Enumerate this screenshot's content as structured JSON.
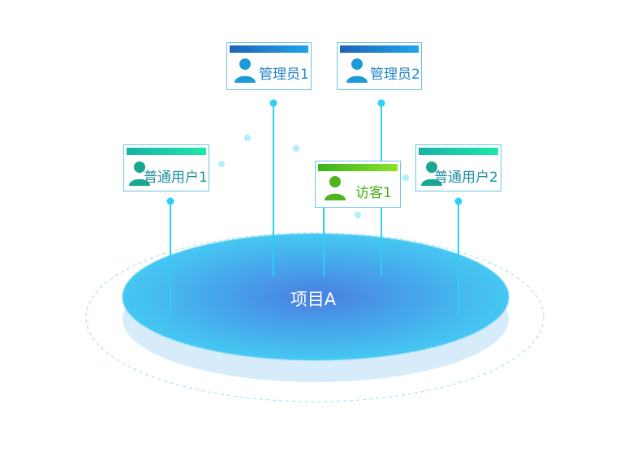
{
  "project": {
    "label": "项目A"
  },
  "roles": [
    {
      "id": "admin1",
      "label": "管理员1",
      "theme": "blue"
    },
    {
      "id": "admin2",
      "label": "管理员2",
      "theme": "blue"
    },
    {
      "id": "user1",
      "label": "普通用户1",
      "theme": "teal"
    },
    {
      "id": "guest1",
      "label": "访客1",
      "theme": "green"
    },
    {
      "id": "user2",
      "label": "普通用户2",
      "theme": "teal"
    }
  ],
  "colors": {
    "blue_bar_start": "#1f62b7",
    "blue_bar_end": "#1fa6e6",
    "blue_icon": "#1e9ad6",
    "blue_text": "#2483c7",
    "teal_bar_start": "#1ab2a8",
    "teal_bar_end": "#1de7a9",
    "teal_icon": "#19a88f",
    "teal_text": "#1f8fa0",
    "green_bar_start": "#39b31a",
    "green_bar_end": "#8ee02c",
    "green_icon": "#4db31f",
    "green_text": "#48ad1e",
    "disc_top": "#45c2f0",
    "disc_center": "#4a7fe0",
    "disc_base": "#d6ecfb",
    "line": "#2ed0f2"
  }
}
